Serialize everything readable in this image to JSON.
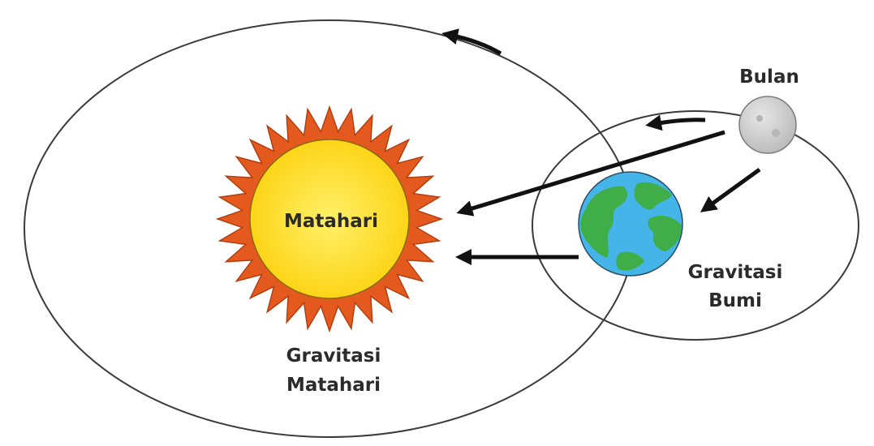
{
  "labels": {
    "sun": "Matahari",
    "moon": "Bulan",
    "earth_gravity_line1": "Gravitasi",
    "earth_gravity_line2": "Bumi",
    "sun_gravity_line1": "Gravitasi",
    "sun_gravity_line2": "Matahari"
  },
  "colors": {
    "background": "#ffffff",
    "orbit_line": "#3a3a3a",
    "arrow": "#111111",
    "sun_core": "#fcd20f",
    "sun_core_highlight": "#fff06a",
    "sun_rays": "#e45a1e",
    "earth_ocean": "#45b4e8",
    "earth_land": "#3fae49",
    "moon": "#c9c9c9",
    "label_text": "#2b2b2b"
  }
}
